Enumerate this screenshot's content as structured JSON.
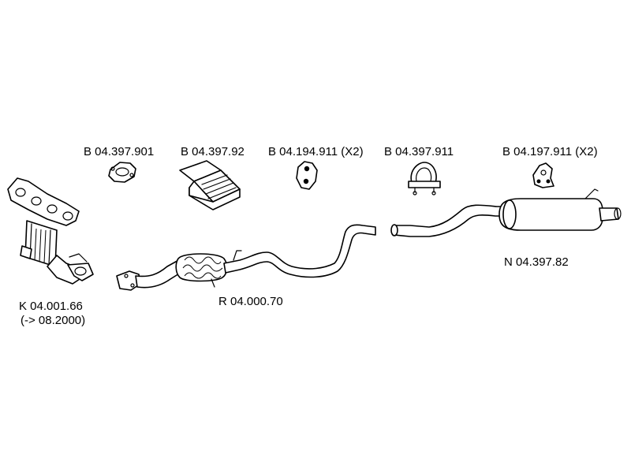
{
  "labels": {
    "b1": "B 04.397.901",
    "b2": "B 04.397.92",
    "b3": "B 04.194.911 (X2)",
    "b4": "B 04.397.911",
    "b5": "B 04.197.911 (X2)",
    "manifold_code": "K 04.001.66",
    "manifold_note": "(-> 08.2000)",
    "mid_pipe": "R 04.000.70",
    "rear_silencer": "N 04.397.82"
  },
  "colors": {
    "line": "#000000",
    "background": "#ffffff"
  }
}
